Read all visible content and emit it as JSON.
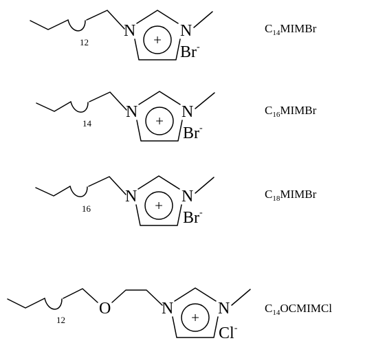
{
  "structures": [
    {
      "repeat_count": "12",
      "atom_n1": "N",
      "atom_n3": "N",
      "charge": "+",
      "anion": "Br",
      "anion_charge": "-",
      "label_prefix": "C",
      "label_subscript": "14",
      "label_suffix": "MIMBr"
    },
    {
      "repeat_count": "14",
      "atom_n1": "N",
      "atom_n3": "N",
      "charge": "+",
      "anion": "Br",
      "anion_charge": "-",
      "label_prefix": "C",
      "label_subscript": "16",
      "label_suffix": "MIMBr"
    },
    {
      "repeat_count": "16",
      "atom_n1": "N",
      "atom_n3": "N",
      "charge": "+",
      "anion": "Br",
      "anion_charge": "-",
      "label_prefix": "C",
      "label_subscript": "18",
      "label_suffix": "MIMBr"
    },
    {
      "repeat_count": "12",
      "atom_o": "O",
      "atom_n1": "N",
      "atom_n3": "N",
      "charge": "+",
      "anion": "Cl",
      "anion_charge": "-",
      "label_prefix": "C",
      "label_subscript": "14",
      "label_suffix": "OCMIMCl"
    }
  ]
}
